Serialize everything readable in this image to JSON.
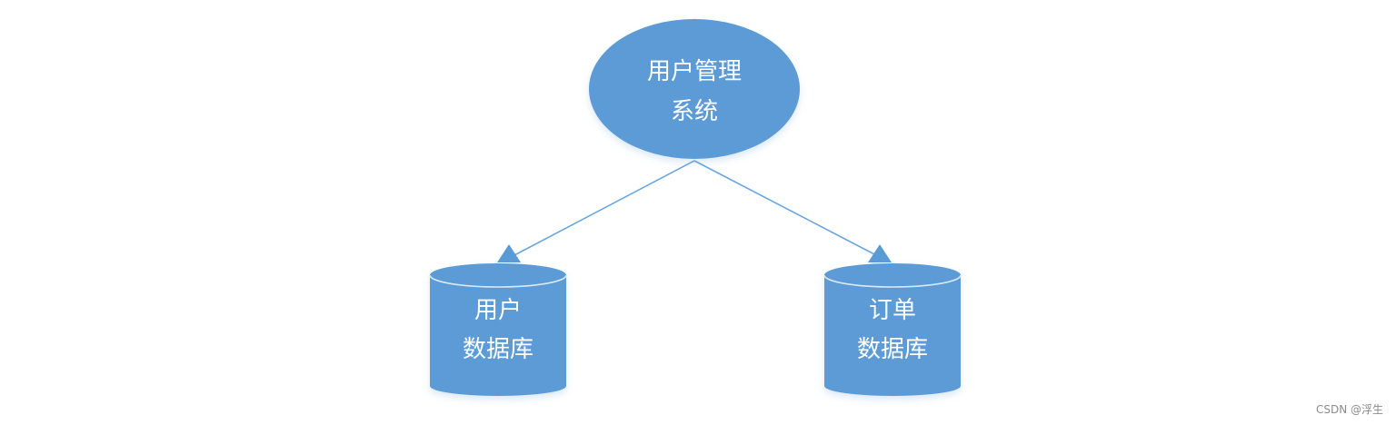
{
  "diagram": {
    "root": {
      "line1": "用户管理",
      "line2": "系统"
    },
    "user_db": {
      "line1": "用户",
      "line2": "数据库"
    },
    "order_db": {
      "line1": "订单",
      "line2": "数据库"
    }
  },
  "watermark": "CSDN @浮生",
  "colors": {
    "node_fill": "#5b9bd5",
    "edge": "#5b9bd5",
    "text": "#ffffff"
  }
}
